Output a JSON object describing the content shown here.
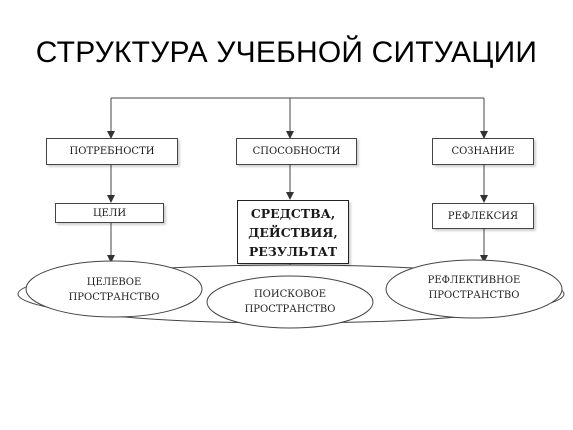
{
  "title": "СТРУКТУРА УЧЕБНОЙ СИТУАЦИИ",
  "top_row": {
    "needs": "ПОТРЕБНОСТИ",
    "abilities": "СПОСОБНОСТИ",
    "consciousness": "СОЗНАНИЕ"
  },
  "middle_row": {
    "goals": "ЦЕЛИ",
    "means": [
      "СРЕДСТВА,",
      "ДЕЙСТВИЯ,",
      "РЕЗУЛЬТАТ"
    ],
    "reflection": "РЕФЛЕКСИЯ"
  },
  "spaces": {
    "target": [
      "ЦЕЛЕВОЕ",
      "ПРОСТРАНСТВО"
    ],
    "search": [
      "ПОИСКОВОЕ",
      "ПРОСТРАНСТВО"
    ],
    "reflective": [
      "РЕФЛЕКТИВНОЕ",
      "ПРОСТРАНСТВО"
    ]
  }
}
